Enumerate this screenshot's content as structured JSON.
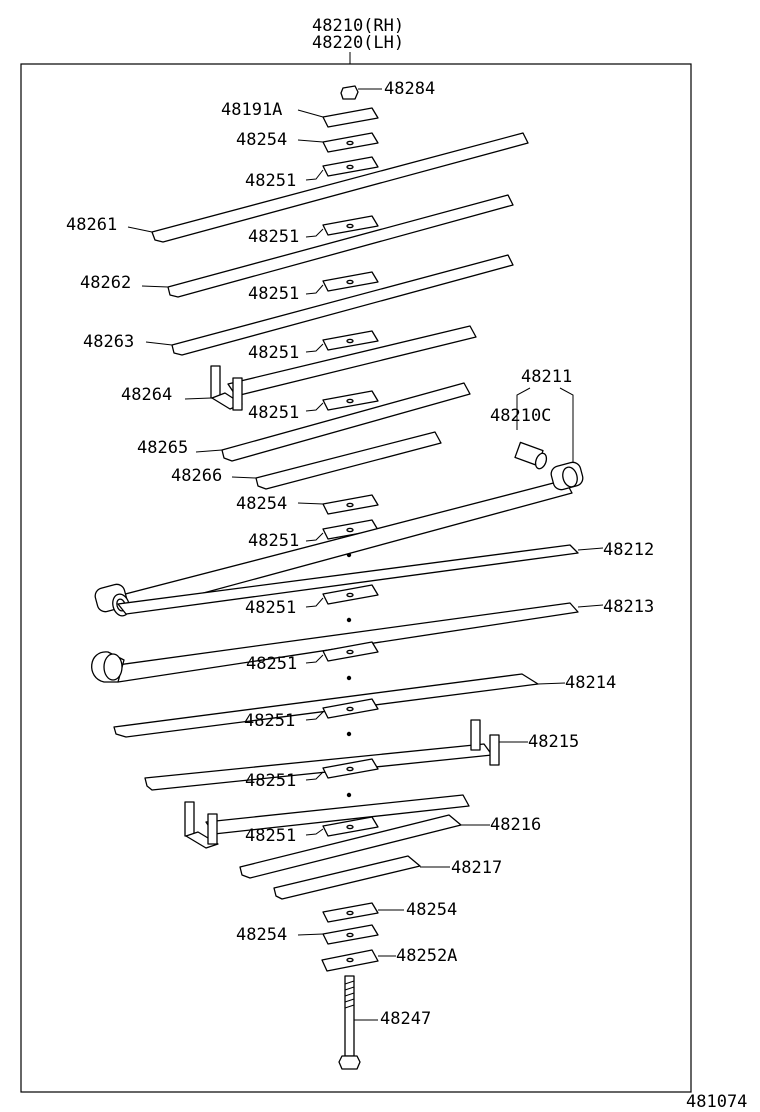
{
  "assembly": {
    "rh": "48210(RH)",
    "lh": "48220(LH)"
  },
  "figure_number": "481074",
  "labels": {
    "p48284": "48284",
    "p48191a": "48191A",
    "p48254_a": "48254",
    "p48251_a": "48251",
    "p48261": "48261",
    "p48251_b": "48251",
    "p48262": "48262",
    "p48251_c": "48251",
    "p48263": "48263",
    "p48251_d": "48251",
    "p48264": "48264",
    "p48251_e": "48251",
    "p48211": "48211",
    "p48210c": "48210C",
    "p48265": "48265",
    "p48266": "48266",
    "p48254_b": "48254",
    "p48251_f": "48251",
    "p48212": "48212",
    "p48251_g": "48251",
    "p48213": "48213",
    "p48251_h": "48251",
    "p48214": "48214",
    "p48251_i": "48251",
    "p48215": "48215",
    "p48251_j": "48251",
    "p48216": "48216",
    "p48251_k": "48251",
    "p48217": "48217",
    "p48254_c": "48254",
    "p48254_d": "48254",
    "p48252a": "48252A",
    "p48247": "48247"
  }
}
